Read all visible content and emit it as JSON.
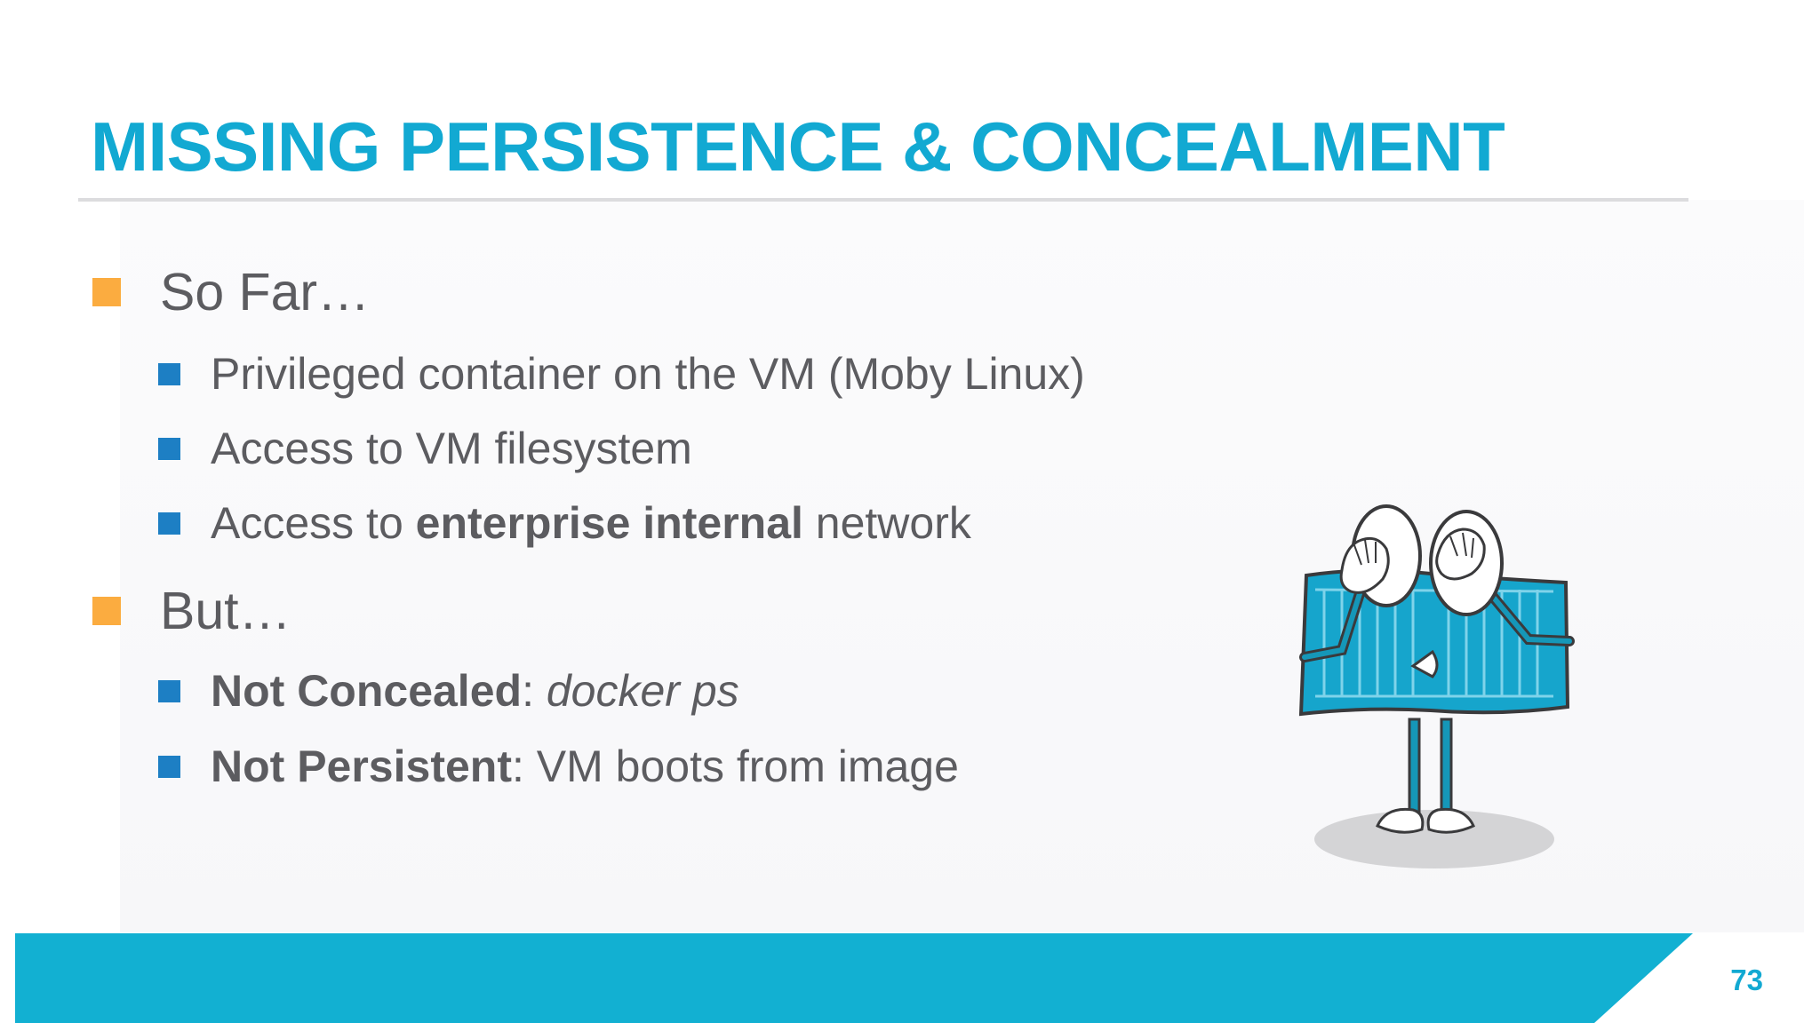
{
  "slide": {
    "title": "MISSING PERSISTENCE & CONCEALMENT",
    "page_number": "73",
    "sections": [
      {
        "label": "So Far…",
        "items": [
          {
            "parts": [
              {
                "text": "Privileged container on the VM (Moby Linux)"
              }
            ]
          },
          {
            "parts": [
              {
                "text": "Access to VM filesystem"
              }
            ]
          },
          {
            "parts": [
              {
                "text": "Access to "
              },
              {
                "text": "enterprise internal"
              },
              {
                "text": " network"
              }
            ]
          }
        ]
      },
      {
        "label": "But…",
        "items": [
          {
            "parts": [
              {
                "text": "Not Concealed"
              },
              {
                "text": ": "
              },
              {
                "text": "docker ps"
              }
            ]
          },
          {
            "parts": [
              {
                "text": "Not Persistent"
              },
              {
                "text": ": VM boots from image"
              }
            ]
          }
        ]
      }
    ],
    "colors": {
      "title": "#12a9d2",
      "bullet_level1": "#fbac40",
      "bullet_level2": "#1d7fc4",
      "footer_bar": "#12b0d2",
      "body_text": "#5c5c60"
    },
    "illustration": "container-mascot-facepalm-icon"
  }
}
